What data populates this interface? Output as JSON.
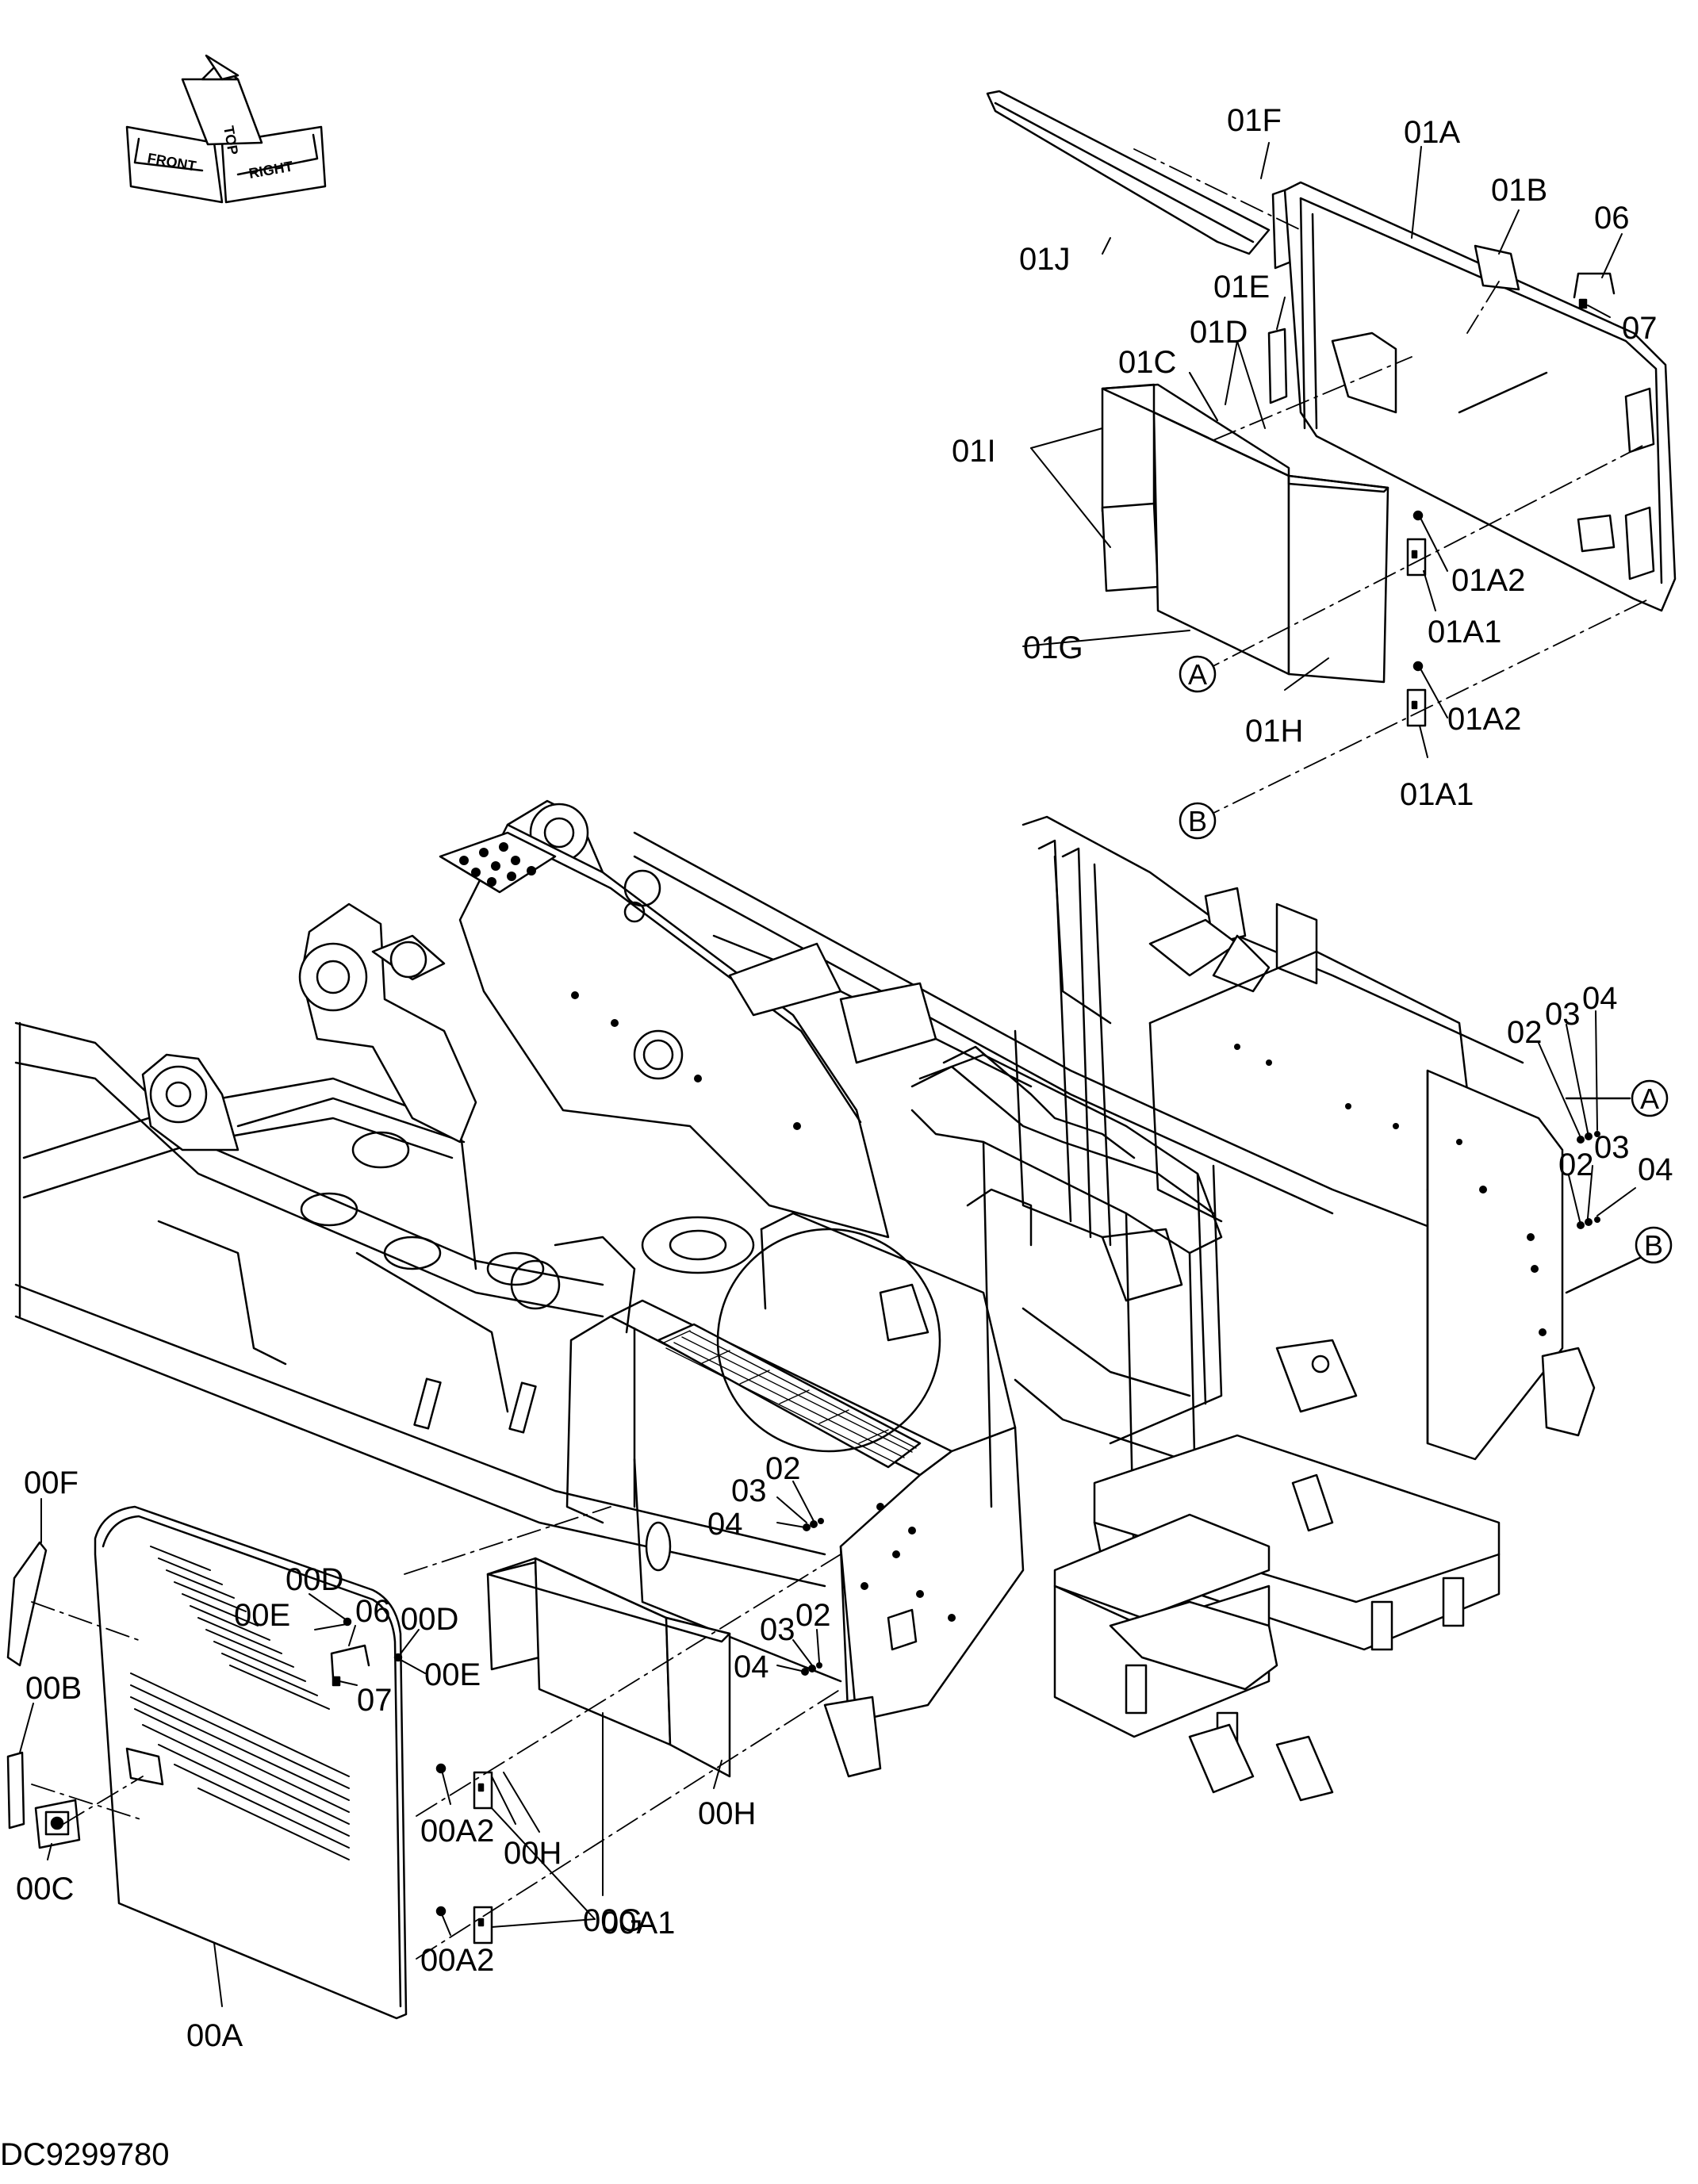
{
  "orientation": {
    "front": "FRONT",
    "top": "TOP",
    "right": "RIGHT"
  },
  "document_id": "DC9299780",
  "callouts": {
    "01F": "01F",
    "01A": "01A",
    "01B": "01B",
    "06": "06",
    "07": "07",
    "01J": "01J",
    "01E": "01E",
    "01D": "01D",
    "01C": "01C",
    "01I": "01I",
    "01A2": "01A2",
    "01A1": "01A1",
    "01G": "01G",
    "01H": "01H",
    "02": "02",
    "03": "03",
    "04": "04",
    "00F": "00F",
    "00D": "00D",
    "00E": "00E",
    "00B": "00B",
    "00C": "00C",
    "00H": "00H",
    "00G": "00G",
    "00A2": "00A2",
    "00A1": "00A1",
    "00A": "00A"
  },
  "references": {
    "a": "A",
    "b": "B"
  },
  "line_color": "#000000"
}
